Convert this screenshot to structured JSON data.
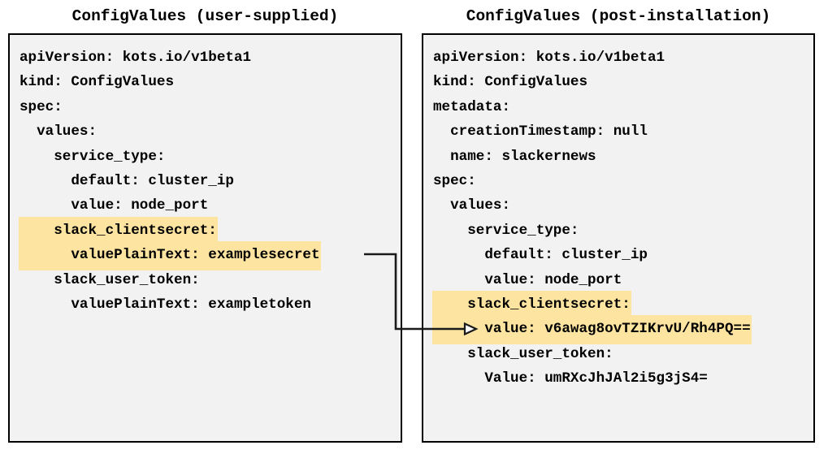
{
  "page": {
    "background_color": "#ffffff",
    "box_background_color": "#f2f2f2",
    "box_border_color": "#000000",
    "highlight_color": "#fde4a0",
    "text_color": "#000000"
  },
  "panels": [
    {
      "id": "user-supplied",
      "title": "ConfigValues (user-supplied)",
      "lines": [
        {
          "text": "apiVersion: kots.io/v1beta1",
          "highlight": false
        },
        {
          "text": "kind: ConfigValues",
          "highlight": false
        },
        {
          "text": "spec:",
          "highlight": false
        },
        {
          "text": "  values:",
          "highlight": false
        },
        {
          "text": "    service_type:",
          "highlight": false
        },
        {
          "text": "      default: cluster_ip",
          "highlight": false
        },
        {
          "text": "      value: node_port",
          "highlight": false
        },
        {
          "text": "    slack_clientsecret:",
          "highlight": true
        },
        {
          "text": "      valuePlainText: examplesecret",
          "highlight": true
        },
        {
          "text": "    slack_user_token:",
          "highlight": false
        },
        {
          "text": "      valuePlainText: exampletoken",
          "highlight": false
        }
      ]
    },
    {
      "id": "post-installation",
      "title": "ConfigValues (post-installation)",
      "lines": [
        {
          "text": "apiVersion: kots.io/v1beta1",
          "highlight": false
        },
        {
          "text": "kind: ConfigValues",
          "highlight": false
        },
        {
          "text": "metadata:",
          "highlight": false
        },
        {
          "text": "  creationTimestamp: null",
          "highlight": false
        },
        {
          "text": "  name: slackernews",
          "highlight": false
        },
        {
          "text": "spec:",
          "highlight": false
        },
        {
          "text": "  values:",
          "highlight": false
        },
        {
          "text": "    service_type:",
          "highlight": false
        },
        {
          "text": "      default: cluster_ip",
          "highlight": false
        },
        {
          "text": "      value: node_port",
          "highlight": false
        },
        {
          "text": "    slack_clientsecret:",
          "highlight": true
        },
        {
          "text": "      value: v6awag8ovTZIKrvU/Rh4PQ==",
          "highlight": true
        },
        {
          "text": "    slack_user_token:",
          "highlight": false
        },
        {
          "text": "      Value: umRXcJhJAl2i5g3jS4=",
          "highlight": false
        }
      ]
    }
  ],
  "connector": {
    "name": "secret-transform-arrow",
    "from_line": "valuePlainText: examplesecret",
    "to_line": "value: v6awag8ovTZIKrvU/Rh4PQ==",
    "color": "#1a1a1a"
  }
}
